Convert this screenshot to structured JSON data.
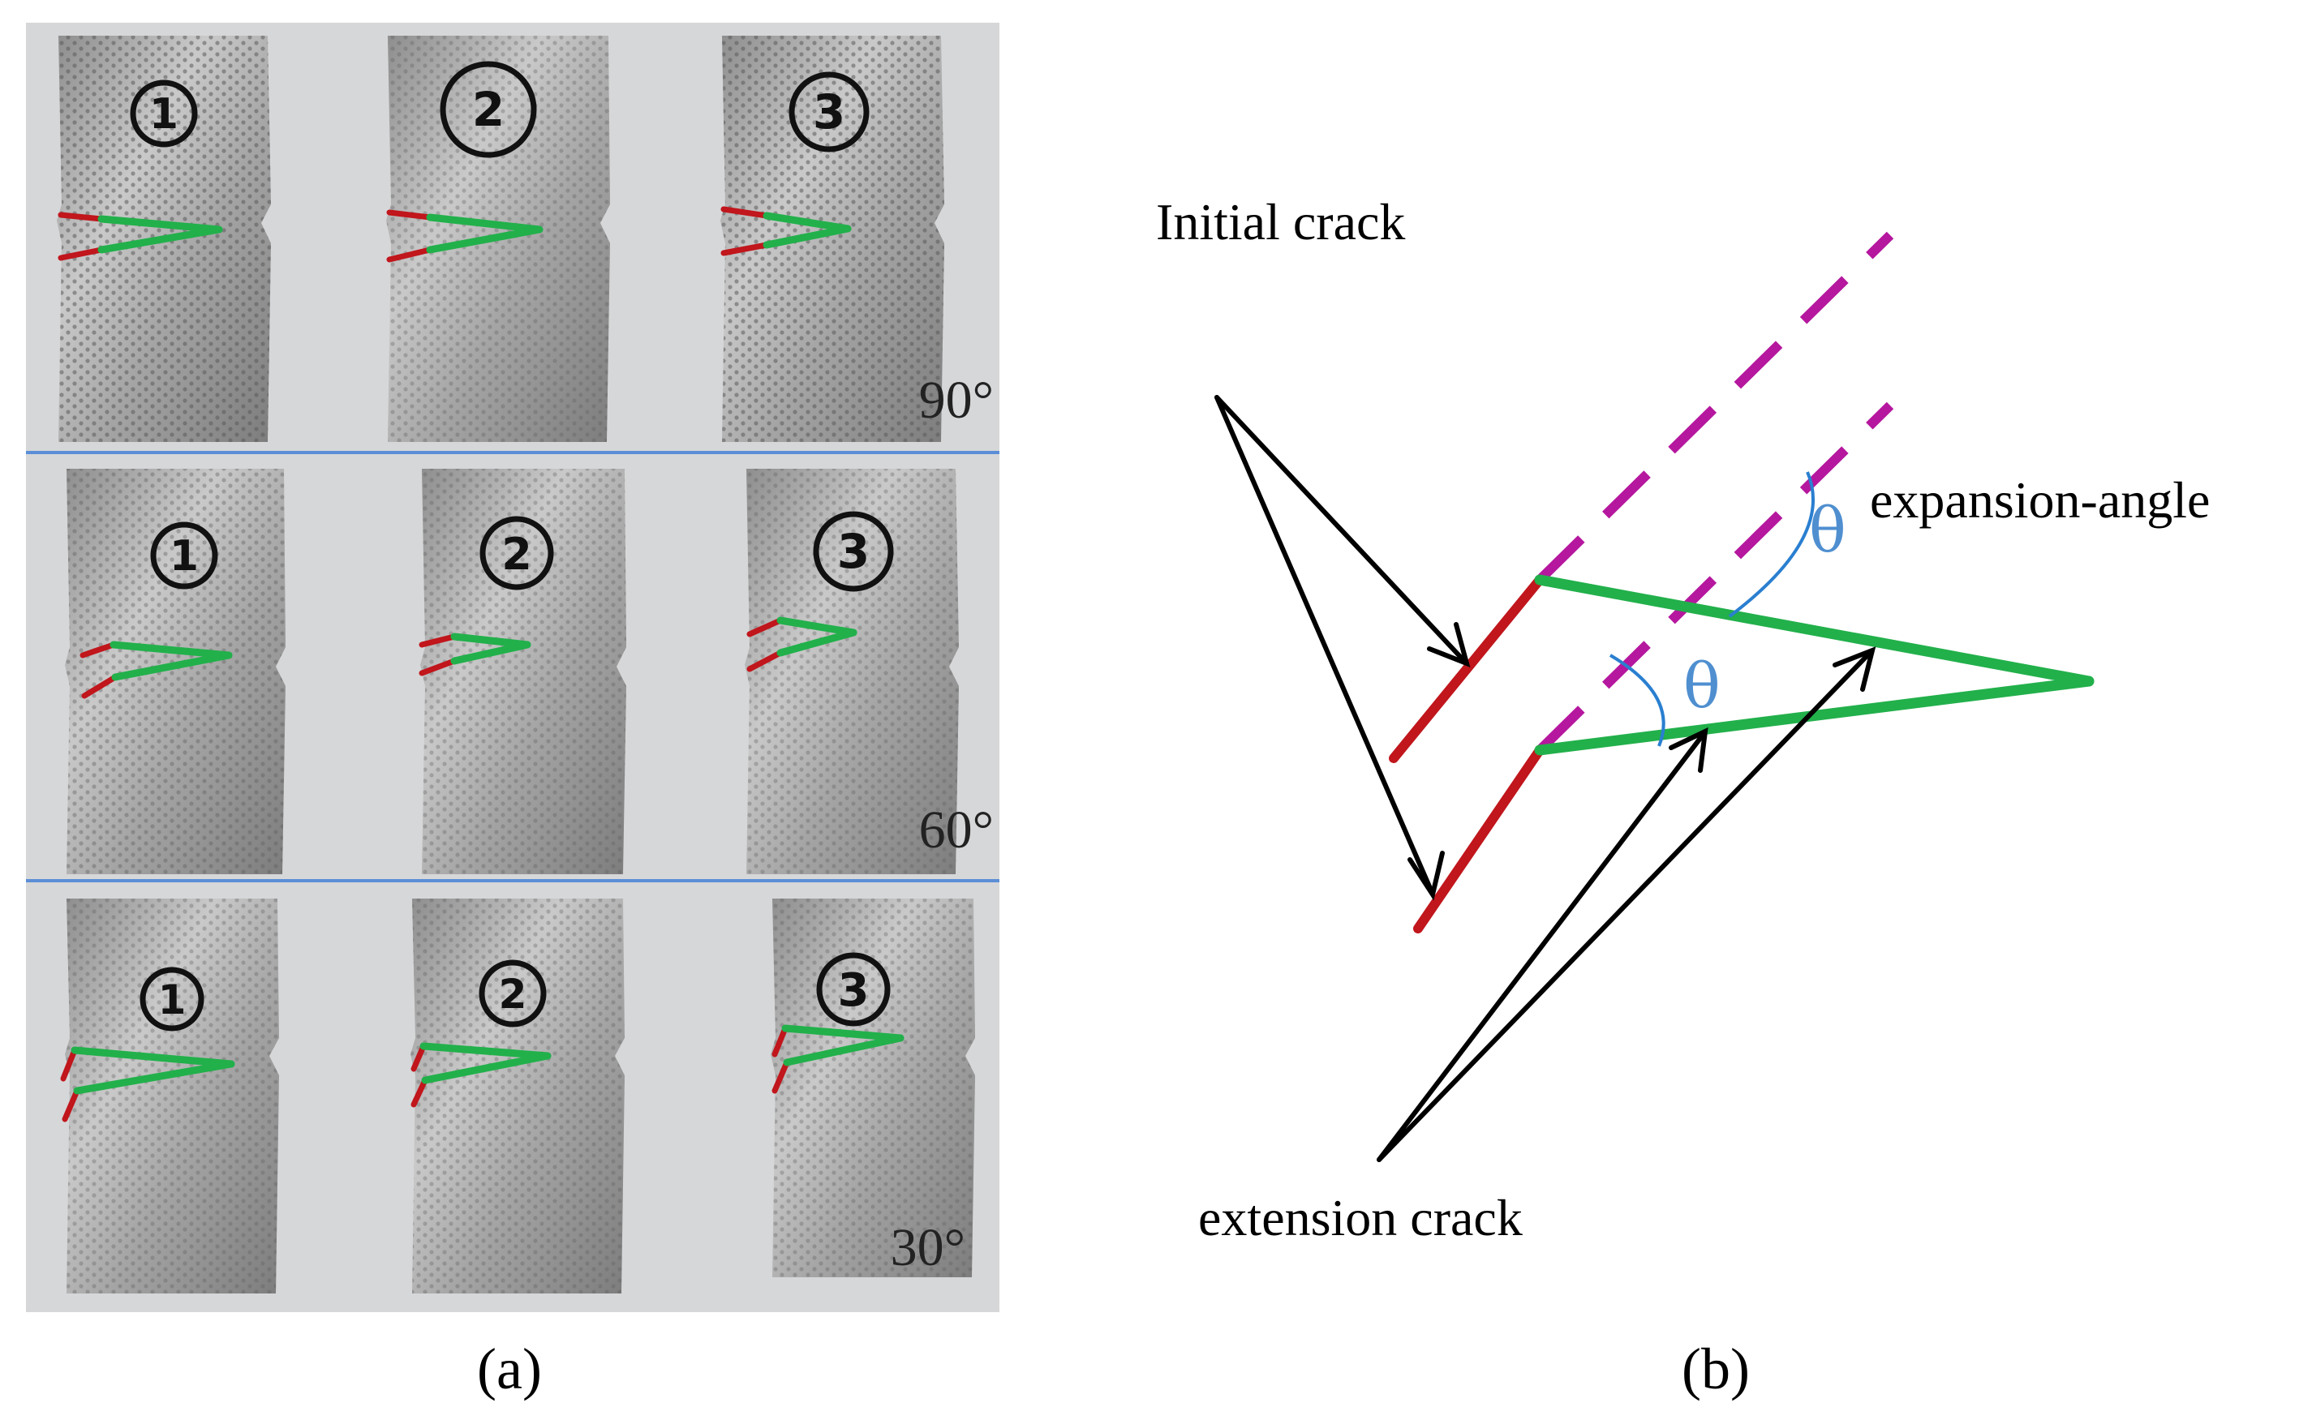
{
  "panel_a": {
    "caption": "(a)",
    "rows": [
      {
        "angle": "90°",
        "specimens": [
          "1",
          "2",
          "3"
        ]
      },
      {
        "angle": "60°",
        "specimens": [
          "1",
          "2",
          "3"
        ]
      },
      {
        "angle": "30°",
        "specimens": [
          "1",
          "2",
          "3"
        ]
      }
    ]
  },
  "panel_b": {
    "caption": "(b)",
    "initial_crack_label": "Initial crack",
    "expansion_angle_label": "expansion-angle",
    "theta_symbol": "θ",
    "extension_crack_label": "extension crack"
  },
  "colors": {
    "initial_crack": "#c0161c",
    "extension_crack": "#22b04b",
    "projection_line": "#b5179e",
    "angle_arc": "#2a7fd0",
    "row_divider": "#5b8ed6"
  }
}
